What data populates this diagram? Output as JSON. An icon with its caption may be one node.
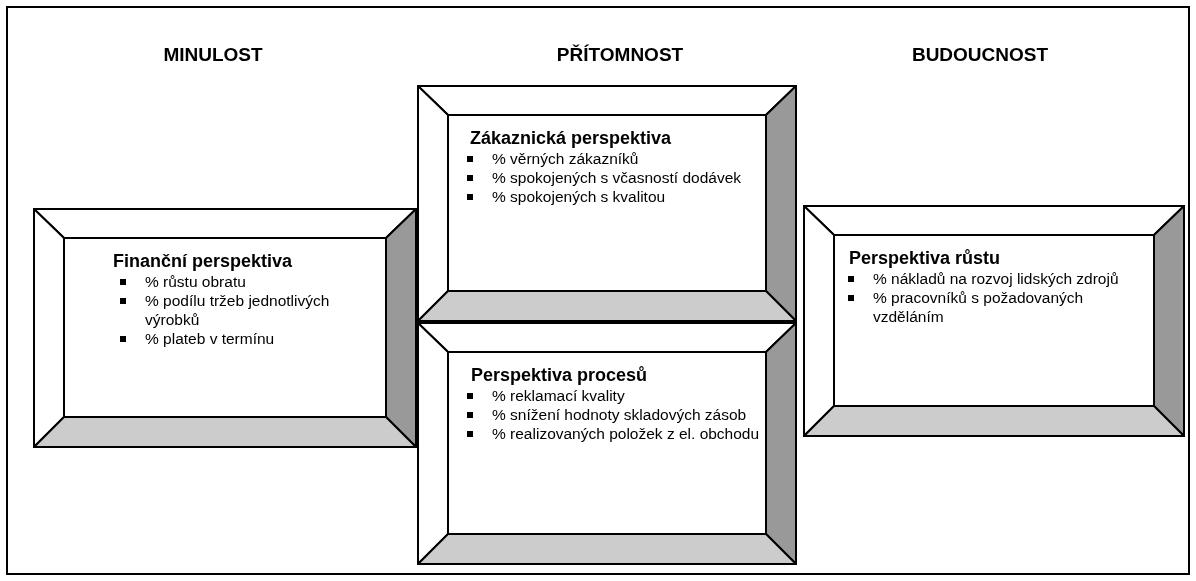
{
  "diagram": {
    "nodes": [
      {
        "text": [
          "Finanční perspektiva",
          "% růstu obratu",
          "% podílu tržeb jednotlivých výrobků",
          "% plateb v termínu"
        ]
      },
      {
        "text": [
          "Zákaznická perspektiva",
          "% věrných zákazníků",
          "% spokojených s včasností dodávek",
          "% spokojených s kvalitou"
        ]
      },
      {
        "text": [
          "Perspektiva procesů",
          "% reklamací kvality",
          "% snížení hodnoty skladových zásob",
          "% realizovaných položek z el. obchodu"
        ]
      },
      {
        "text": [
          "Perspektiva růstu",
          "% nákladů na rozvoj lidských zdrojů",
          "% pracovníků s požadovaných vzděláním"
        ]
      }
    ],
    "labels": [
      "MINULOST",
      "PŘÍTOMNOST",
      "BUDOUCNOST"
    ]
  }
}
